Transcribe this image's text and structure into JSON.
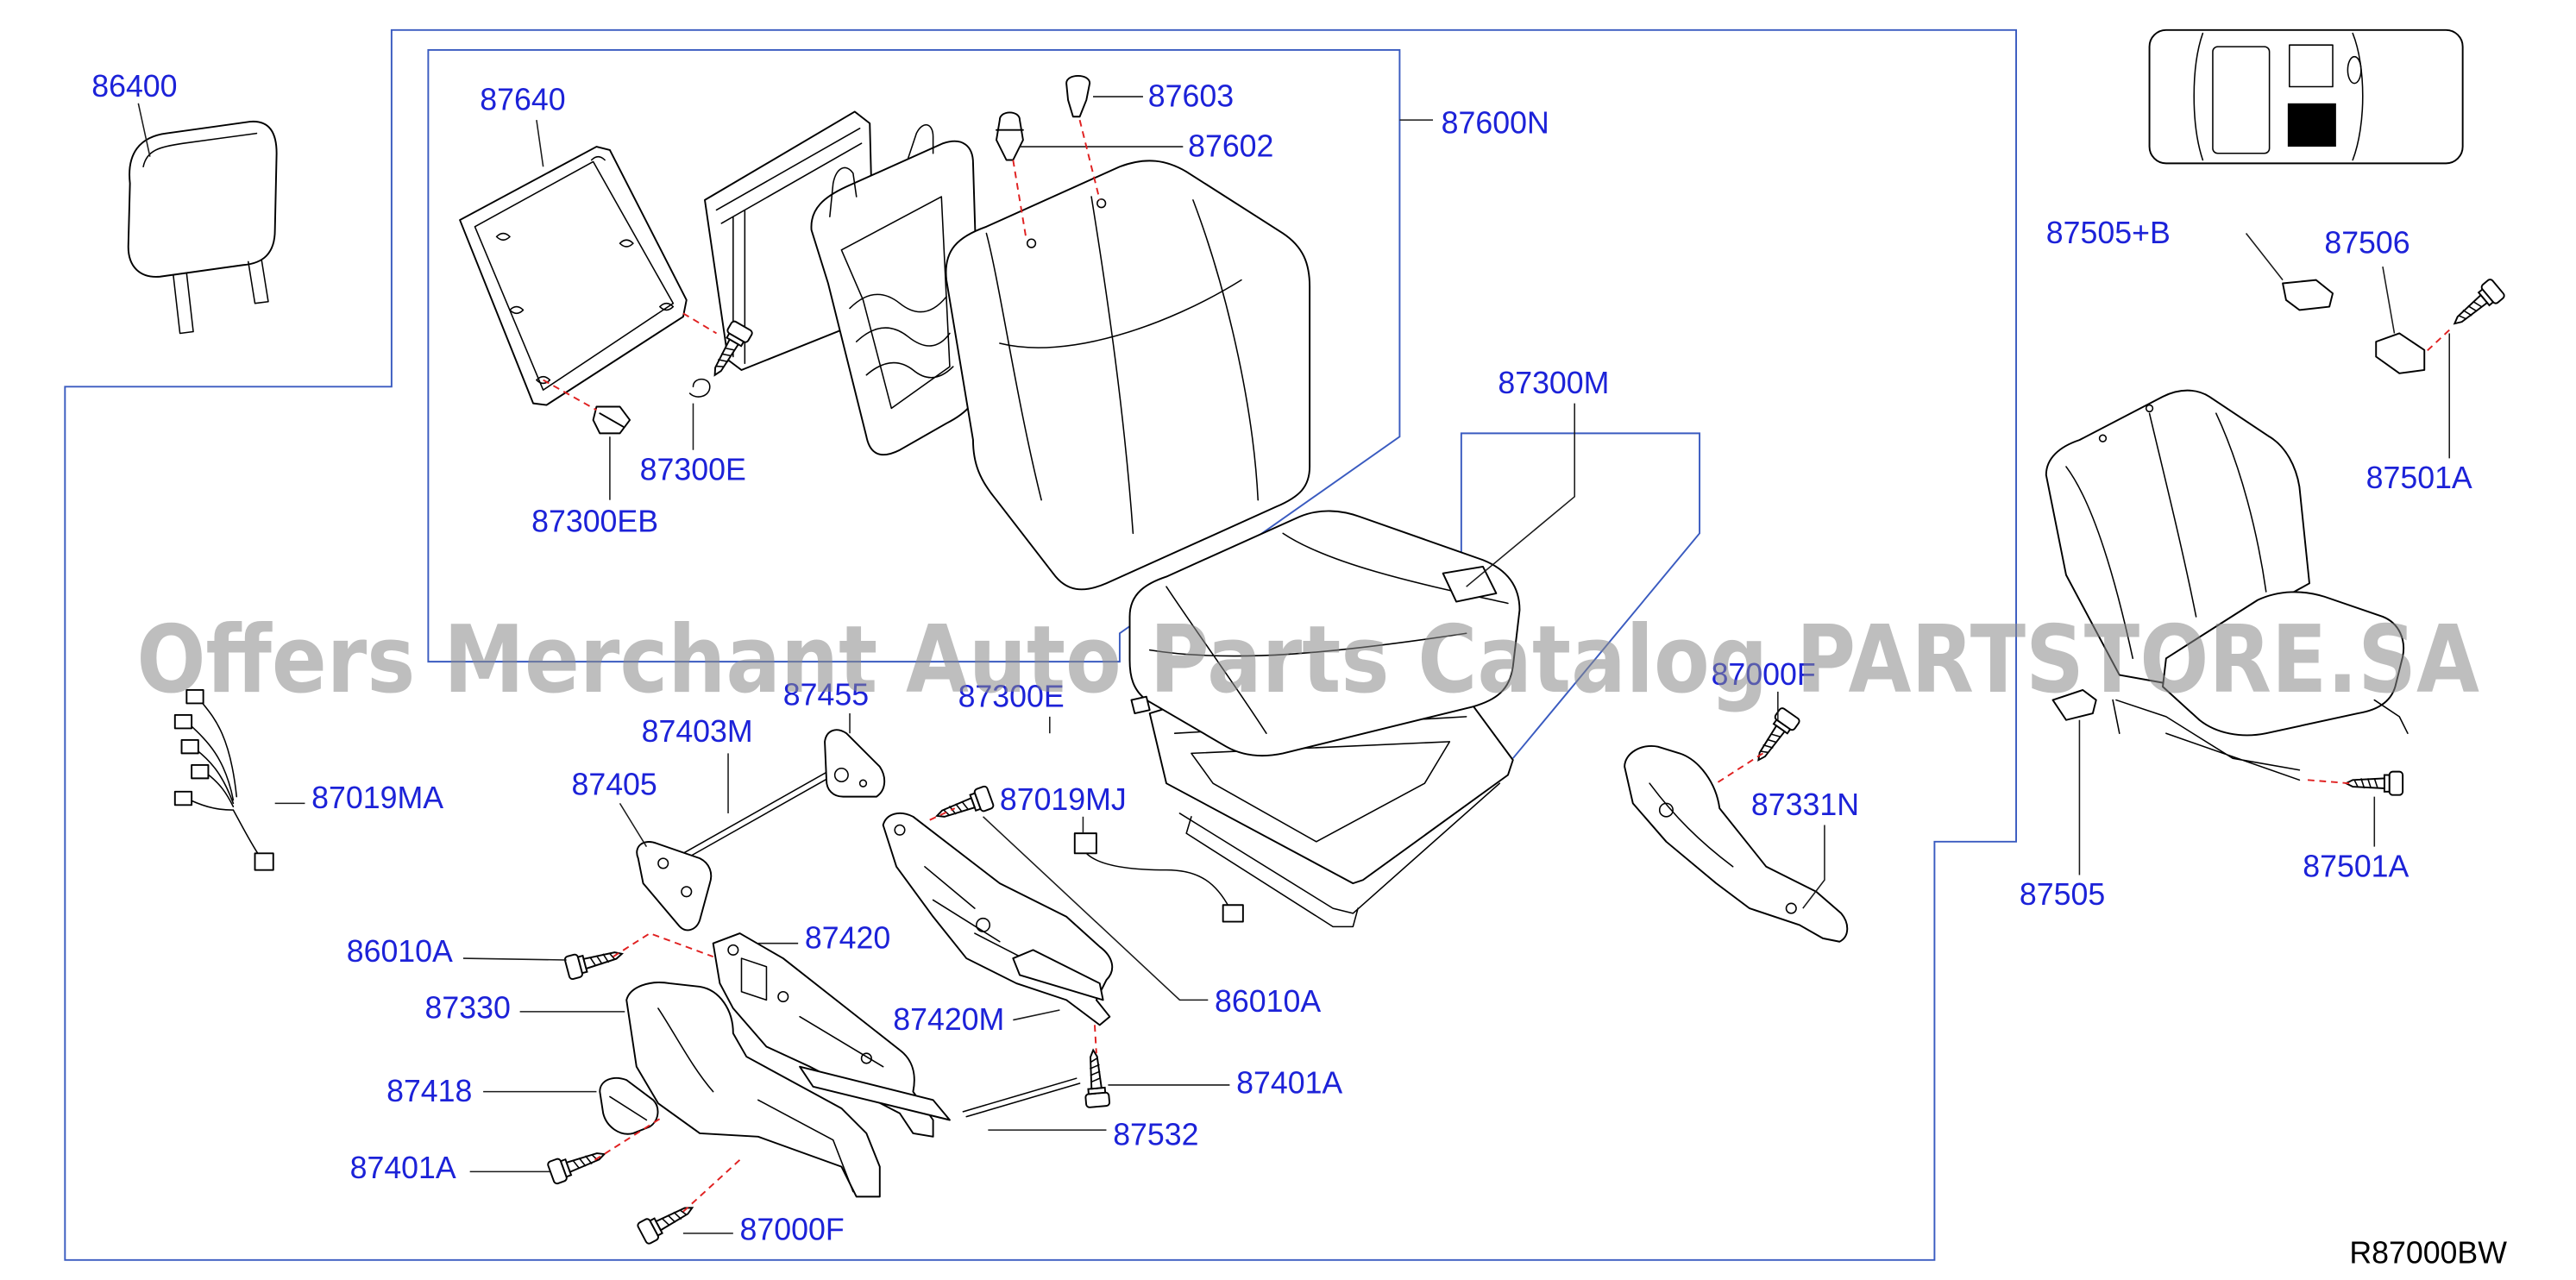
{
  "diagram": {
    "watermark": "Offers Merchant Auto Parts Catalog PARTSTORE.SA",
    "code": "R87000BW",
    "callouts": [
      {
        "part_number": "86400"
      },
      {
        "part_number": "87640"
      },
      {
        "part_number": "87603"
      },
      {
        "part_number": "87602"
      },
      {
        "part_number": "87600N"
      },
      {
        "part_number": "87300E"
      },
      {
        "part_number": "87300EB"
      },
      {
        "part_number": "87300M"
      },
      {
        "part_number": "87505+B"
      },
      {
        "part_number": "87506"
      },
      {
        "part_number": "87501A"
      },
      {
        "part_number": "87501A"
      },
      {
        "part_number": "87505"
      },
      {
        "part_number": "87019MA"
      },
      {
        "part_number": "87403M"
      },
      {
        "part_number": "87455"
      },
      {
        "part_number": "87300E"
      },
      {
        "part_number": "87019MJ"
      },
      {
        "part_number": "87000F"
      },
      {
        "part_number": "87331N"
      },
      {
        "part_number": "87405"
      },
      {
        "part_number": "87420"
      },
      {
        "part_number": "86010A"
      },
      {
        "part_number": "86010A"
      },
      {
        "part_number": "87330"
      },
      {
        "part_number": "87420M"
      },
      {
        "part_number": "87418"
      },
      {
        "part_number": "87401A"
      },
      {
        "part_number": "87532"
      },
      {
        "part_number": "87401A"
      },
      {
        "part_number": "87000F"
      }
    ]
  },
  "colors": {
    "callout_text": "#1c22d8",
    "group_border": "#3a5bc0",
    "fastener_path": "#e02020",
    "line_art": "#000000",
    "watermark": "#8a8a8a"
  }
}
